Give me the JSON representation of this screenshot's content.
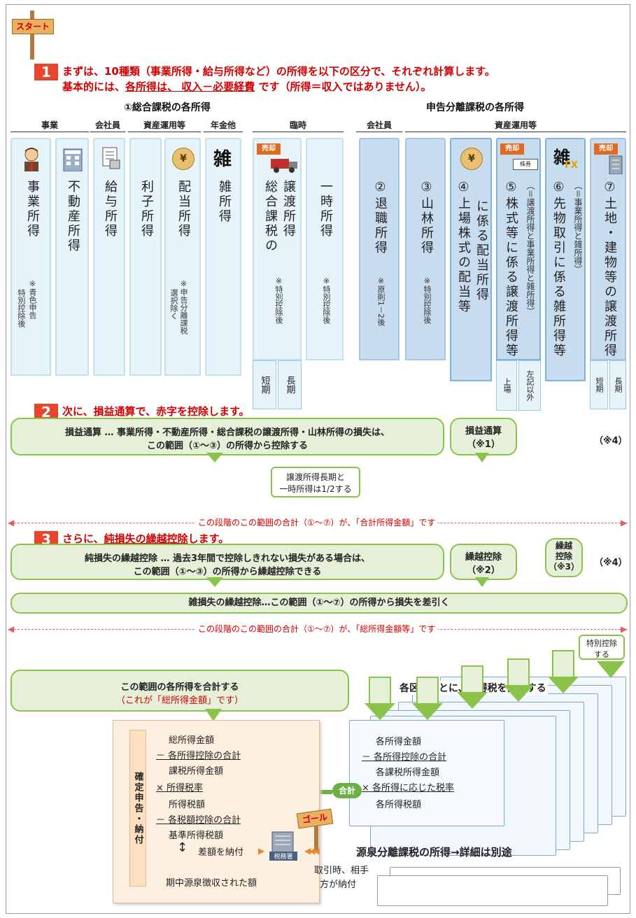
{
  "start_sign": "スタート",
  "goal_sign": "ゴール",
  "step1": {
    "num": "1",
    "line1": "まずは、10種類（事業所得・給与所得など）の所得を以下の区分で、それぞれ計算します。",
    "line2_a": "基本的には、",
    "line2_b": "各所得は、 収入－必要経費",
    "line2_c": " です（所得＝収入ではありません）。"
  },
  "sections": {
    "sogo": "①総合課税の各所得",
    "bunri": "申告分離課税の各所得"
  },
  "categories": {
    "jigyo": "事業",
    "kaishain1": "会社員",
    "shisan1": "資産運用等",
    "nenkin": "年金他",
    "rinji": "臨時",
    "kaishain2": "会社員",
    "shisan2": "資産運用等"
  },
  "icons": {
    "business_person": "person-icon",
    "building": "building-icon",
    "salary": "salary-slip-icon",
    "money_bag": "money-bag-icon",
    "misc": "雑",
    "sale": "売却",
    "fx": "FX",
    "stock_cert": "株券"
  },
  "cards": {
    "jigyo": {
      "name": "事業所得",
      "note_a": "※青色申告",
      "note_b": "特別控除後"
    },
    "fudosan": {
      "name": "不動産所得"
    },
    "kyuyo": {
      "name": "給与所得"
    },
    "rishi": {
      "name": "利子所得"
    },
    "haito": {
      "name": "配当所得",
      "note_a": "※申告分離課税",
      "note_b": "選択除く"
    },
    "zatsu": {
      "name": "雑所得"
    },
    "joto": {
      "name_a": "譲渡所得",
      "name_b": "総合課税の",
      "note": "※特別控除後",
      "short": "短期",
      "long": "長期"
    },
    "ichiji": {
      "name": "一時所得",
      "note": "※特別控除後"
    },
    "taishoku": {
      "name": "②退職所得",
      "note": "※原則1－2後"
    },
    "sanrin": {
      "name": "③山林所得",
      "note": "※特別控除後"
    },
    "jojo_haito": {
      "name_a": "④上場株式の配当等",
      "name_b": "に係る配当所得"
    },
    "kabushiki": {
      "name": "⑤株式等に係る譲渡所得等",
      "paren": "（＝譲渡所得と事業所得と雑所得）",
      "sub_a": "上場",
      "sub_b": "左記以外"
    },
    "sakimono": {
      "name": "⑥先物取引に係る雑所得等",
      "paren": "（＝事業所得と雑所得）"
    },
    "tochi": {
      "name": "⑦土地・建物等の譲渡所得",
      "sub_a": "短期",
      "sub_b": "長期"
    }
  },
  "step2": {
    "num": "2",
    "title": "次に、損益通算で、赤字を控除します。",
    "bubble_a1": "損益通算 … 事業所得・不動産所得・総合課税の譲渡所得・山林所得の損失は、",
    "bubble_a2": "この範囲（①～③）の所得から控除する",
    "bubble_b1": "損益通算",
    "bubble_b2": "（※1）",
    "note4": "（※4）",
    "half_a": "譲渡所得長期と",
    "half_b": "一時所得は1/2する"
  },
  "total1": "この段階のこの範囲の合計（①～⑦）が、「合計所得金額」です",
  "step3": {
    "num": "3",
    "title_a": "さらに、",
    "title_b": "純損失の繰越控除",
    "title_c": "します。",
    "bubble_a1": "純損失の繰越控除 … 過去3年間で控除しきれない損失がある場合は、",
    "bubble_a2": "この範囲（①～③）の所得から繰越控除できる",
    "bubble_b1": "繰越控除",
    "bubble_b2": "（※2）",
    "bubble_c1": "繰越",
    "bubble_c2": "控除",
    "bubble_c3": "（※3）",
    "note4": "（※4）",
    "zatsu_bubble": "雑損失の繰越控除…この範囲（①～⑦）の所得から損失を差引く"
  },
  "total2": "この段階のこの範囲の合計（①～⑦）が、「総所得金額等」です",
  "special": {
    "a": "特別控除",
    "b": "する"
  },
  "sum_bubble": {
    "a": "この範囲の各所得を合計する",
    "b": "（これが「総所得金額」です）"
  },
  "kubun_text": "各区分ごとに、所得税を計算する",
  "left_calc": {
    "side": "確定申告・納付",
    "l1": "総所得金額",
    "l2": "－ 各所得控除の合計",
    "l3": "課税所得金額",
    "l4": "× 所得税率",
    "l5": "所得税額",
    "l6": "－ 各税額控除の合計",
    "l7": "基準所得税額",
    "l8": "差額を納付",
    "l9": "期中源泉徴収された額",
    "tax_office": "税務署"
  },
  "right_calc": {
    "l1": "各所得金額",
    "l2": "－ 各所得控除の合計",
    "l3": "各課税所得金額",
    "l4": "× 各所得に応じた税率",
    "l5": "各所得税額",
    "gokei": "合計"
  },
  "gensen": {
    "title": "源泉分離課税の所得→詳細は別途",
    "a": "取引時、相手",
    "b": "方が納付"
  }
}
